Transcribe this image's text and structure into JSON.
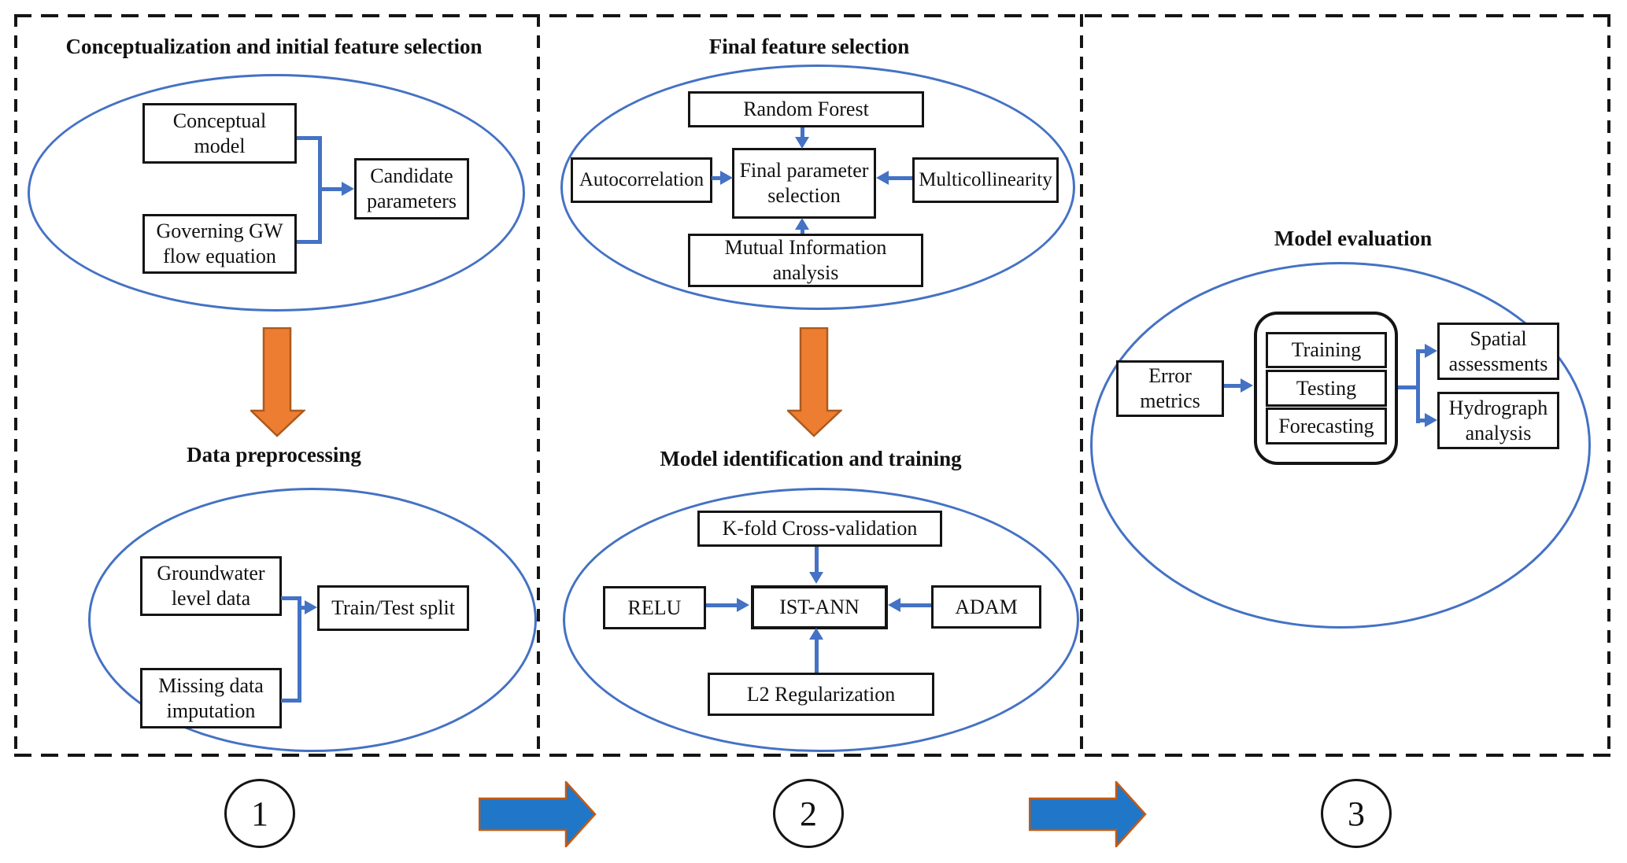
{
  "diagram": {
    "panel1": {
      "stage1": {
        "title": "Conceptualization and initial feature selection",
        "boxes": {
          "conceptual": "Conceptual\nmodel",
          "governing": "Governing GW\nflow equation",
          "candidate": "Candidate\nparameters"
        }
      },
      "stage2": {
        "title": "Data preprocessing",
        "boxes": {
          "groundwater": "Groundwater\nlevel data",
          "missing": "Missing data\nimputation",
          "train_test": "Train/Test split"
        }
      }
    },
    "panel2": {
      "stage1": {
        "title": "Final feature selection",
        "boxes": {
          "random_forest": "Random Forest",
          "autocorrelation": "Autocorrelation",
          "final_parameter": "Final parameter\nselection",
          "multicollinearity": "Multicollinearity",
          "mutual_information": "Mutual Information\nanalysis"
        }
      },
      "stage2": {
        "title": "Model identification and training",
        "boxes": {
          "kfold": "K-fold Cross-validation",
          "relu": "RELU",
          "ist_ann": "IST-ANN",
          "adam": "ADAM",
          "l2": "L2 Regularization"
        }
      }
    },
    "panel3": {
      "stage1": {
        "title": "Model evaluation",
        "boxes": {
          "error_metrics": "Error\nmetrics",
          "training": "Training",
          "testing": "Testing",
          "forecasting": "Forecasting",
          "spatial": "Spatial\nassessments",
          "hydrograph": "Hydrograph\nanalysis"
        }
      }
    },
    "steps": {
      "labels": [
        "1",
        "2",
        "3"
      ]
    },
    "colors": {
      "accent_blue": "#4472C4",
      "orange_arrow_fill": "#ED7D31",
      "orange_arrow_border": "#AC5A1E",
      "step_arrow_fill": "#2076C7",
      "step_arrow_border": "#C55A11",
      "line_black": "#141414"
    }
  }
}
